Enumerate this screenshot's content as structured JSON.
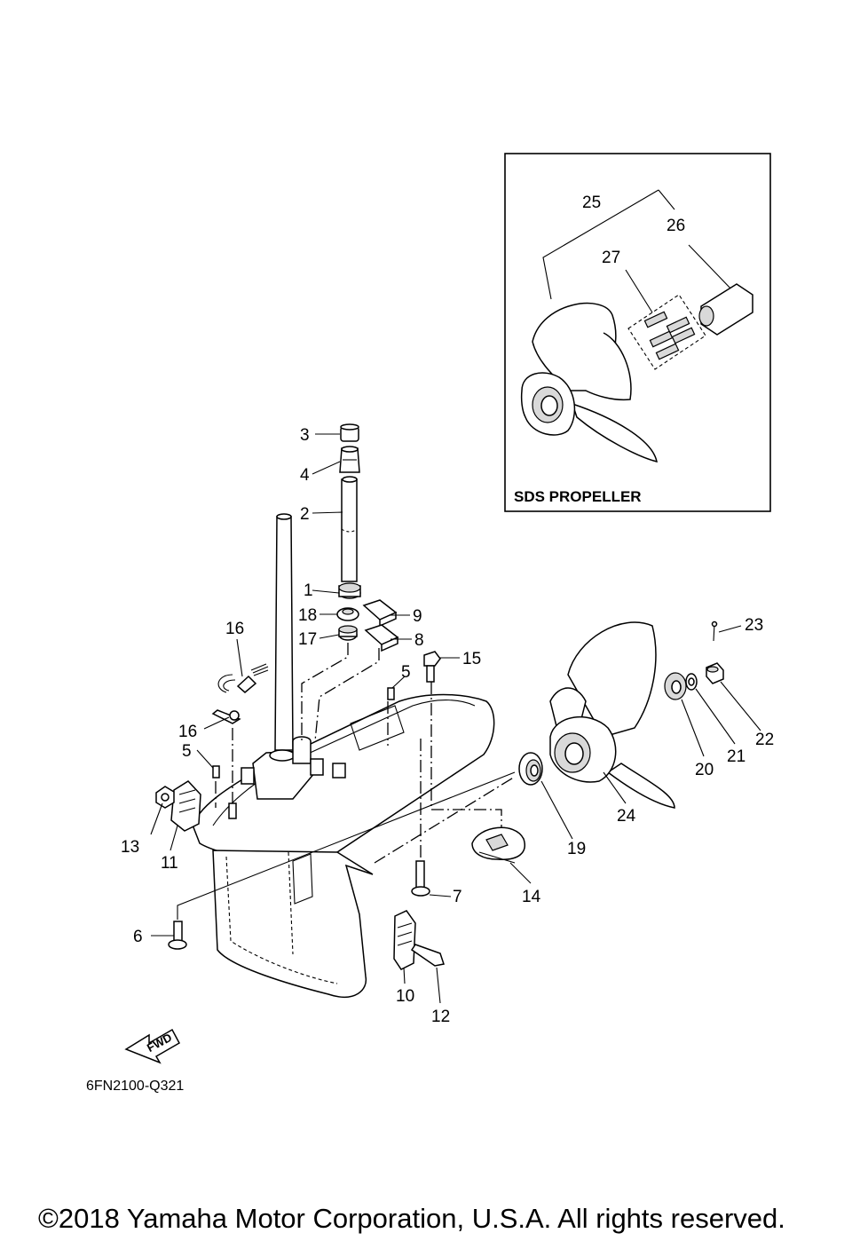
{
  "inset": {
    "title": "SDS PROPELLER"
  },
  "diagram_code": "6FN2100-Q321",
  "fwd_label": "FWD",
  "copyright": "©2018 Yamaha Motor Corporation, U.S.A. All rights reserved.",
  "callouts": {
    "c1": "1",
    "c2": "2",
    "c3": "3",
    "c4": "4",
    "c5a": "5",
    "c5b": "5",
    "c6": "6",
    "c7": "7",
    "c8": "8",
    "c9": "9",
    "c10": "10",
    "c11": "11",
    "c12": "12",
    "c13": "13",
    "c14": "14",
    "c15": "15",
    "c16a": "16",
    "c16b": "16",
    "c17": "17",
    "c18": "18",
    "c19": "19",
    "c20": "20",
    "c21": "21",
    "c22": "22",
    "c23": "23",
    "c24": "24",
    "c25": "25",
    "c26": "26",
    "c27": "27"
  }
}
